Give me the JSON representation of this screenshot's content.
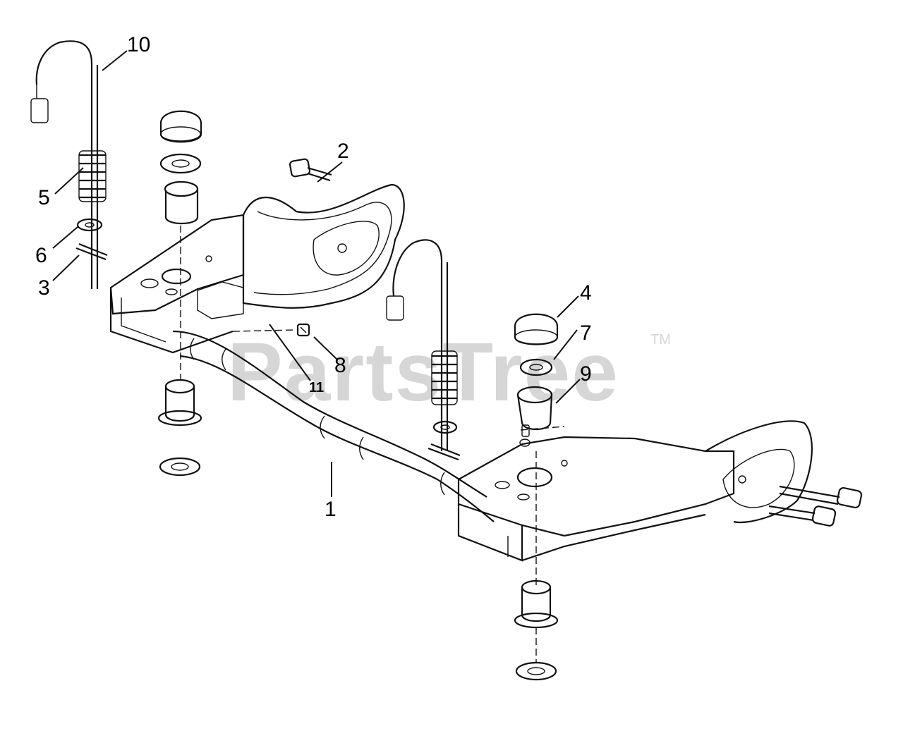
{
  "callouts": {
    "c1": "1",
    "c2": "2",
    "c3": "3",
    "c4": "4",
    "c5": "5",
    "c6": "6",
    "c7": "7",
    "c8": "8",
    "c9": "9",
    "c10": "10",
    "c11": "11"
  },
  "watermark": {
    "text": "PartsTree",
    "tm": "TM",
    "color": "#d6d6d6"
  },
  "colors": {
    "line": "#111111",
    "background": "#ffffff"
  }
}
